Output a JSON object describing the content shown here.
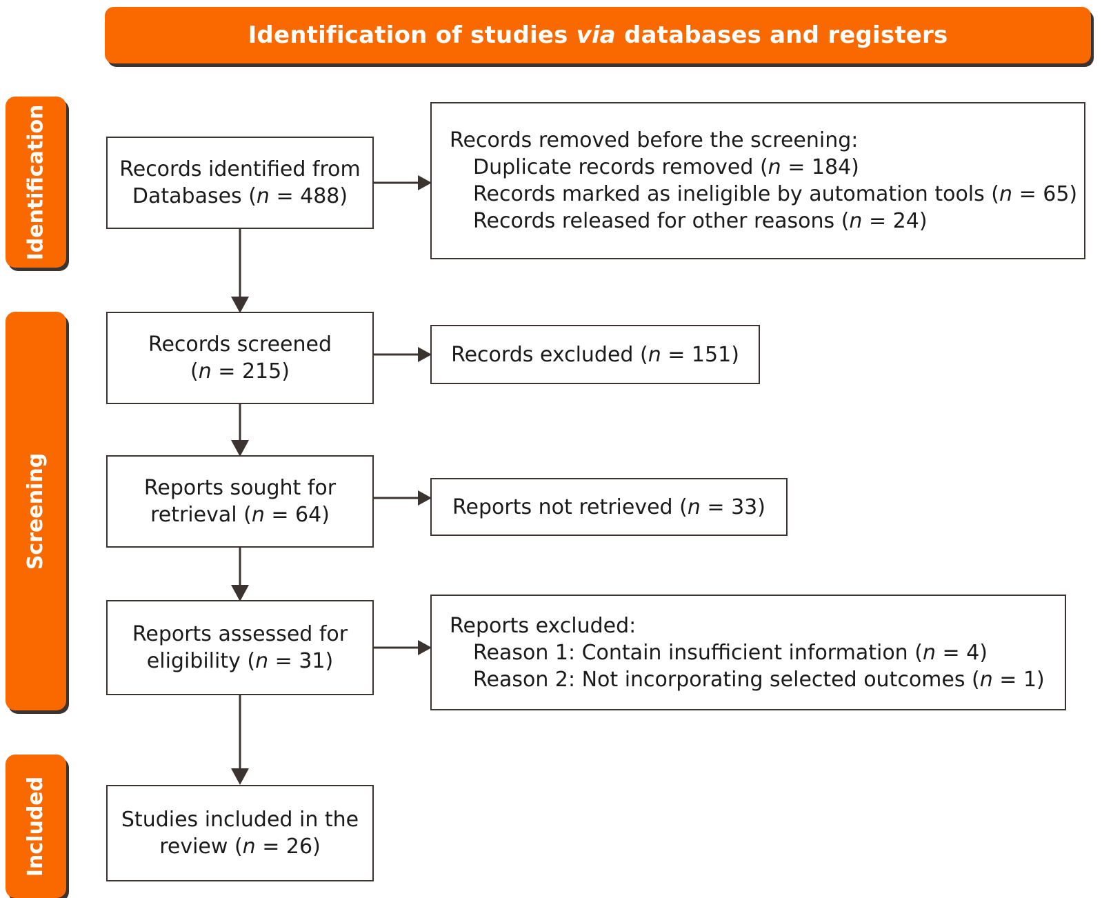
{
  "header": {
    "title_before": "Identification of studies ",
    "title_em": "via",
    "title_after": " databases and registers"
  },
  "stages": [
    {
      "id": "identification",
      "label": "Identification"
    },
    {
      "id": "screening",
      "label": "Screening"
    },
    {
      "id": "included",
      "label": "Included"
    }
  ],
  "boxes": {
    "identified": {
      "lines": [
        {
          "text": "Records identified from"
        },
        {
          "pre": "Databases (",
          "n": "n",
          "post": " = 488)"
        }
      ]
    },
    "removed": {
      "lines": [
        {
          "text": "Records removed before the screening:"
        },
        {
          "pre": "Duplicate records removed (",
          "n": "n",
          "post": " = 184)",
          "indent": true
        },
        {
          "pre": "Records marked as ineligible by automation tools (",
          "n": "n",
          "post": " = 65)",
          "indent": true
        },
        {
          "pre": "Records released for other reasons (",
          "n": "n",
          "post": " = 24)",
          "indent": true
        }
      ]
    },
    "screened": {
      "lines": [
        {
          "text": "Records screened"
        },
        {
          "pre": "(",
          "n": "n",
          "post": " = 215)"
        }
      ]
    },
    "excluded": {
      "lines": [
        {
          "pre": "Records excluded (",
          "n": "n",
          "post": " = 151)"
        }
      ]
    },
    "sought": {
      "lines": [
        {
          "text": "Reports sought for"
        },
        {
          "pre": "retrieval (",
          "n": "n",
          "post": " = 64)"
        }
      ]
    },
    "notretrieved": {
      "lines": [
        {
          "pre": "Reports not retrieved (",
          "n": "n",
          "post": " = 33)"
        }
      ]
    },
    "assessed": {
      "lines": [
        {
          "text": "Reports assessed for"
        },
        {
          "pre": "eligibility (",
          "n": "n",
          "post": " = 31)"
        }
      ]
    },
    "repexcluded": {
      "lines": [
        {
          "text": "Reports excluded:"
        },
        {
          "pre": "Reason 1: Contain insufficient information (",
          "n": "n",
          "post": " = 4)",
          "indent": true
        },
        {
          "pre": "Reason 2: Not incorporating selected outcomes (",
          "n": "n",
          "post": " = 1)",
          "indent": true
        }
      ]
    },
    "included": {
      "lines": [
        {
          "text": "Studies included in the"
        },
        {
          "pre": "review (",
          "n": "n",
          "post": " = 26)"
        }
      ]
    }
  },
  "colors": {
    "accent_orange": "#fa6900",
    "outline": "#3a3330",
    "text": "#1a1a1a",
    "banner_text": "#ffffff"
  },
  "chart_data": {
    "type": "diagram",
    "title": "Identification of studies via databases and registers",
    "stages": [
      "Identification",
      "Screening",
      "Included"
    ],
    "nodes": [
      {
        "id": "identified",
        "stage": "Identification",
        "label": "Records identified from Databases",
        "n": 488
      },
      {
        "id": "removed",
        "stage": "Identification",
        "label": "Records removed before the screening",
        "n": null,
        "children": [
          {
            "label": "Duplicate records removed",
            "n": 184
          },
          {
            "label": "Records marked as ineligible by automation tools",
            "n": 65
          },
          {
            "label": "Records released for other reasons",
            "n": 24
          }
        ]
      },
      {
        "id": "screened",
        "stage": "Screening",
        "label": "Records screened",
        "n": 215
      },
      {
        "id": "excluded",
        "stage": "Screening",
        "label": "Records excluded",
        "n": 151
      },
      {
        "id": "sought",
        "stage": "Screening",
        "label": "Reports sought for retrieval",
        "n": 64
      },
      {
        "id": "notretrieved",
        "stage": "Screening",
        "label": "Reports not retrieved",
        "n": 33
      },
      {
        "id": "assessed",
        "stage": "Screening",
        "label": "Reports assessed for eligibility",
        "n": 31
      },
      {
        "id": "repexcluded",
        "stage": "Screening",
        "label": "Reports excluded",
        "n": null,
        "children": [
          {
            "label": "Reason 1: Contain insufficient information",
            "n": 4
          },
          {
            "label": "Reason 2: Not incorporating selected outcomes",
            "n": 1
          }
        ]
      },
      {
        "id": "included",
        "stage": "Included",
        "label": "Studies included in the review",
        "n": 26
      }
    ],
    "edges": [
      {
        "from": "identified",
        "to": "removed",
        "direction": "right"
      },
      {
        "from": "identified",
        "to": "screened",
        "direction": "down"
      },
      {
        "from": "screened",
        "to": "excluded",
        "direction": "right"
      },
      {
        "from": "screened",
        "to": "sought",
        "direction": "down"
      },
      {
        "from": "sought",
        "to": "notretrieved",
        "direction": "right"
      },
      {
        "from": "sought",
        "to": "assessed",
        "direction": "down"
      },
      {
        "from": "assessed",
        "to": "repexcluded",
        "direction": "right"
      },
      {
        "from": "assessed",
        "to": "included",
        "direction": "down"
      }
    ]
  }
}
